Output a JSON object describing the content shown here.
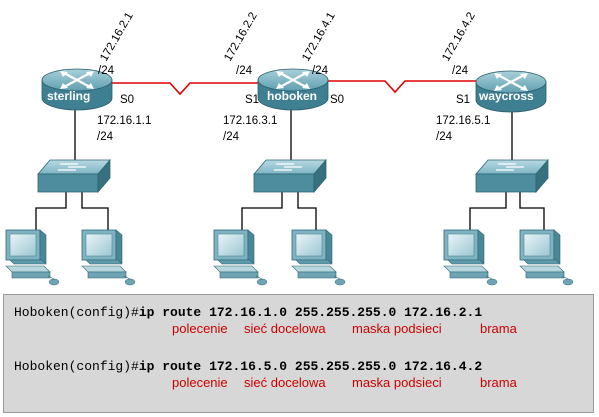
{
  "routers": [
    {
      "name": "sterling",
      "addr_top": "172.16.2.1",
      "mask_top": "/24",
      "iface": "S0",
      "addr_bottom": "172.16.1.1",
      "mask_bottom": "/24"
    },
    {
      "name": "hoboken",
      "iface_left": "S1",
      "iface_right": "S0",
      "addr_top_left": "172.16.2.2",
      "mask_top_left": "/24",
      "addr_top_right": "172.16.4.1",
      "mask_top_right": "/24",
      "addr_bottom": "172.16.3.1",
      "mask_bottom": "/24"
    },
    {
      "name": "waycross",
      "iface": "S1",
      "addr_top": "172.16.4.2",
      "mask_top": "/24",
      "addr_bottom": "172.16.5.1",
      "mask_bottom": "/24"
    }
  ],
  "colors": {
    "serial_link": "#e00000",
    "router_body": "#4f8fa0",
    "switch_body": "#5e9aa8",
    "annotation": "#cc0000",
    "panel": "#d7d7d7"
  },
  "commands": [
    {
      "prompt": "Hoboken(config)#",
      "keyword": "ip route",
      "network": "172.16.1.0",
      "mask": "255.255.255.0",
      "gateway": "172.16.2.1"
    },
    {
      "prompt": "Hoboken(config)#",
      "keyword": "ip route",
      "network": "172.16.5.0",
      "mask": "255.255.255.0",
      "gateway": "172.16.4.2"
    }
  ],
  "annotations": {
    "command": "polecenie",
    "network": "sieć docelowa",
    "mask": "maska podsieci",
    "gateway": "brama"
  }
}
